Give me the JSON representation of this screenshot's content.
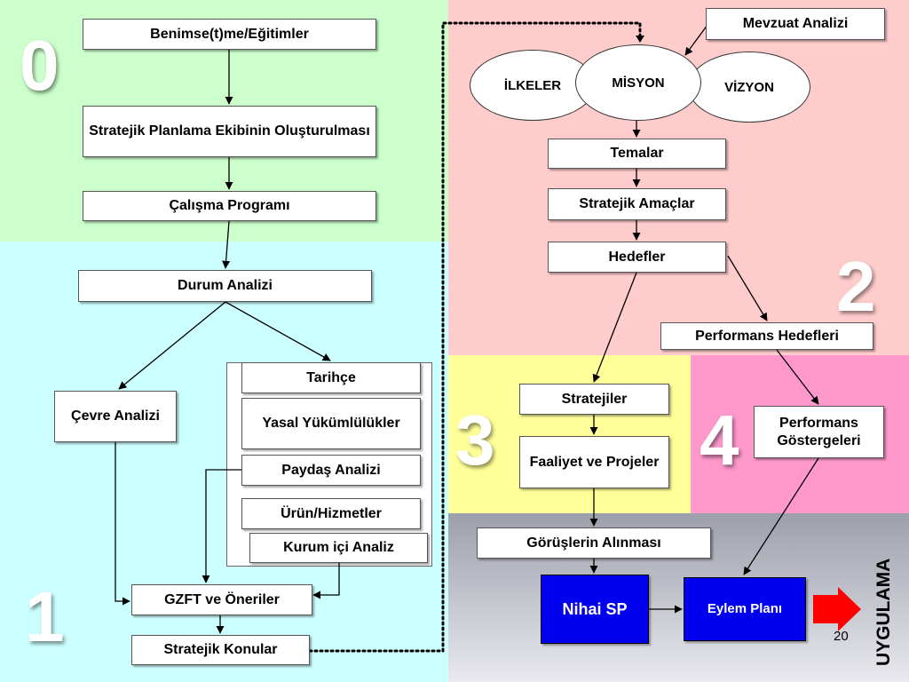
{
  "colors": {
    "region_0": "#ccffcc",
    "region_1": "#ccffff",
    "region_2": "#ffcccc",
    "region_3": "#ffff99",
    "region_4": "#ff99cc",
    "region_uygulama_top": "#a0a4b0",
    "region_uygulama_bottom": "#e8e8ee",
    "box_blue": "#0000ee",
    "arrow_red": "#ff0000"
  },
  "region_numbers": {
    "r0": "0",
    "r1": "1",
    "r2": "2",
    "r3": "3",
    "r4": "4"
  },
  "boxes": {
    "benimseme": "Benimse(t)me/Eğitimler",
    "ekip": "Stratejik Planlama Ekibinin Oluşturulması",
    "calisma": "Çalışma Programı",
    "durum": "Durum Analizi",
    "cevre": "Çevre Analizi",
    "tarihce": "Tarihçe",
    "yasal": "Yasal Yükümlülükler",
    "paydas": "Paydaş Analizi",
    "urun": "Ürün/Hizmetler",
    "kurum": "Kurum içi Analiz",
    "gzft": "GZFT ve Öneriler",
    "konular": "Stratejik Konular",
    "mevzuat": "Mevzuat Analizi",
    "ilkeler": "İLKELER",
    "misyon": "MİSYON",
    "vizyon": "VİZYON",
    "temalar": "Temalar",
    "amaclar": "Stratejik Amaçlar",
    "hedefler": "Hedefler",
    "perf_hedef": "Performans Hedefleri",
    "stratejiler": "Stratejiler",
    "faaliyet": "Faaliyet ve Projeler",
    "perf_gosterge": "Performans Göstergeleri",
    "gorusler": "Görüşlerin Alınması",
    "nihai": "Nihai SP",
    "eylem": "Eylem Planı"
  },
  "uygulama_label": "UYGULAMA",
  "page_number": "20"
}
